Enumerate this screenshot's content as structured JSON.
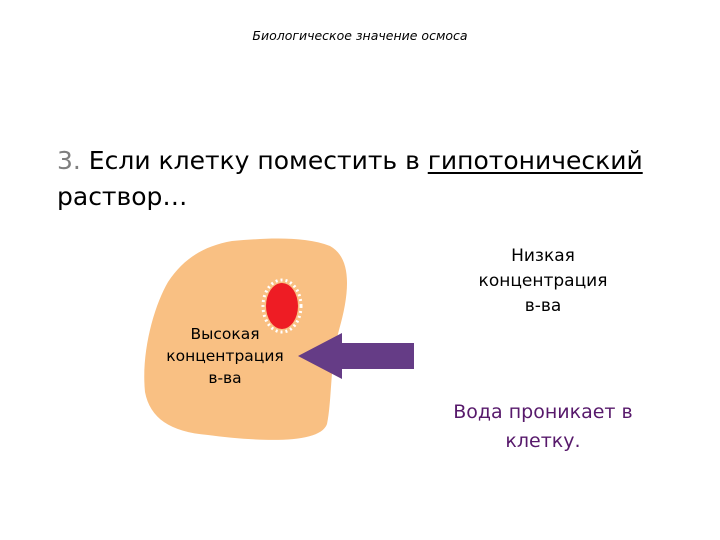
{
  "slide": {
    "header": "Биологическое значение осмоса",
    "heading_number": "3.",
    "heading_part1": " Если клетку поместить в ",
    "heading_underlined": "гипотонический",
    "heading_part2": "раствор…",
    "cell_label_lines": [
      "Высокая",
      "концентрация",
      "в-ва"
    ],
    "outside_label_lines": [
      "Низкая",
      "концентрация",
      "в-ва"
    ],
    "water_text_lines": [
      "Вода проникает в",
      "клетку."
    ]
  },
  "colors": {
    "cell_fill": "#f9c083",
    "nucleus": "#ee1c24",
    "arrow": "#653c86",
    "water_text": "#57196b",
    "heading_number": "#7f7f7f"
  }
}
